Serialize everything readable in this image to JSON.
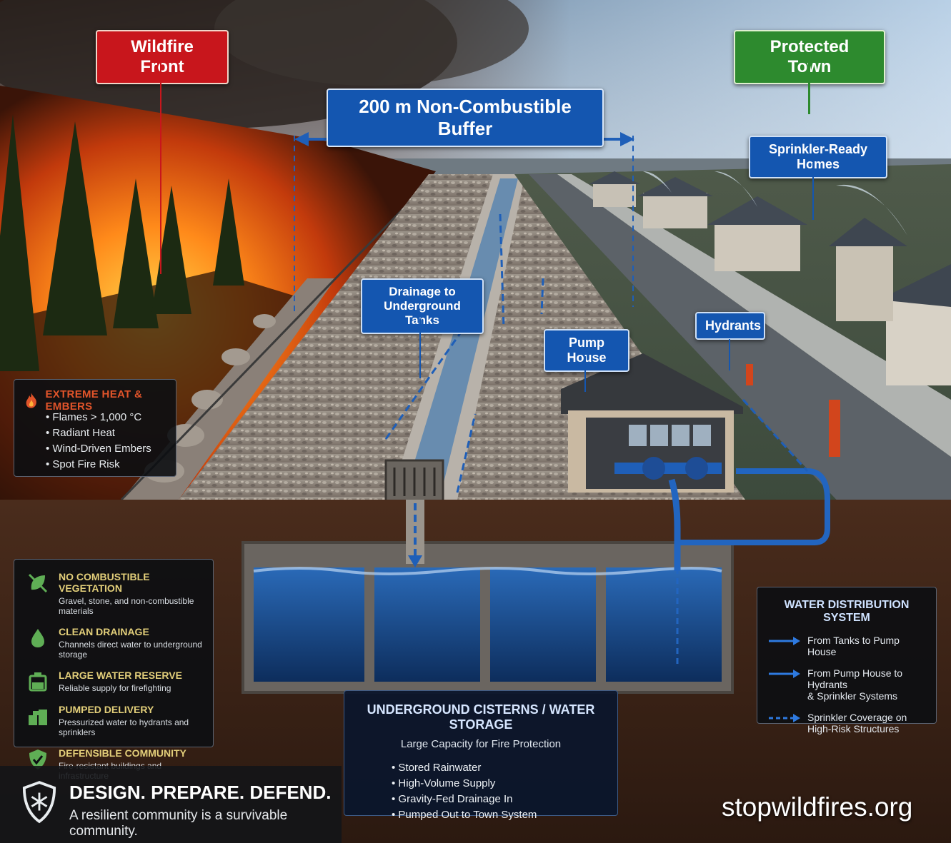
{
  "labels": {
    "wildfire_front": "Wildfire Front",
    "protected_town": "Protected Town",
    "buffer": "200 m Non-Combustible Buffer",
    "sprinkler_homes": "Sprinkler-Ready Homes",
    "drainage": "Drainage to\nUnderground Tanks",
    "pump_house": "Pump House",
    "hydrants": "Hydrants"
  },
  "heat_panel": {
    "title": "EXTREME HEAT & EMBERS",
    "icon": "flame-icon",
    "items": [
      "Flames > 1,000 °C",
      "Radiant Heat",
      "Wind-Driven Embers",
      "Spot Fire Risk"
    ]
  },
  "features": [
    {
      "icon": "leaf-crossed-icon",
      "title": "NO COMBUSTIBLE VEGETATION",
      "desc": "Gravel, stone, and non-combustible materials"
    },
    {
      "icon": "water-drop-icon",
      "title": "CLEAN DRAINAGE",
      "desc": "Channels direct water to underground storage"
    },
    {
      "icon": "tank-icon",
      "title": "LARGE WATER RESERVE",
      "desc": "Reliable supply for firefighting"
    },
    {
      "icon": "pump-icon",
      "title": "PUMPED DELIVERY",
      "desc": "Pressurized water to hydrants and sprinklers"
    },
    {
      "icon": "shield-check-icon",
      "title": "DEFENSIBLE COMMUNITY",
      "desc": "Fire-resistant buildings and infrastructure"
    }
  ],
  "water_distribution": {
    "title": "WATER DISTRIBUTION SYSTEM",
    "items": [
      {
        "style": "solid-arrow",
        "text": "From Tanks to Pump House"
      },
      {
        "style": "solid-arrow",
        "text": "From Pump House to Hydrants\n& Sprinkler Systems"
      },
      {
        "style": "dashed-arrow",
        "text": "Sprinkler Coverage on\nHigh-Risk Structures"
      }
    ]
  },
  "cisterns": {
    "title": "UNDERGROUND CISTERNS / WATER STORAGE",
    "subtitle": "Large Capacity for Fire Protection",
    "items": [
      "Stored Rainwater",
      "High-Volume Supply",
      "Gravity-Fed Drainage In",
      "Pumped Out to Town System"
    ]
  },
  "slogan": {
    "title": "DESIGN. PREPARE. DEFEND.",
    "subtitle": "A resilient community is a survivable community."
  },
  "website": "stopwildfires.org",
  "colors": {
    "fire_red": "#c8161c",
    "town_green": "#2d8a2e",
    "label_blue": "#1456b0",
    "water_blue": "#1f5fb8",
    "feature_gold": "#e3cf7a"
  }
}
